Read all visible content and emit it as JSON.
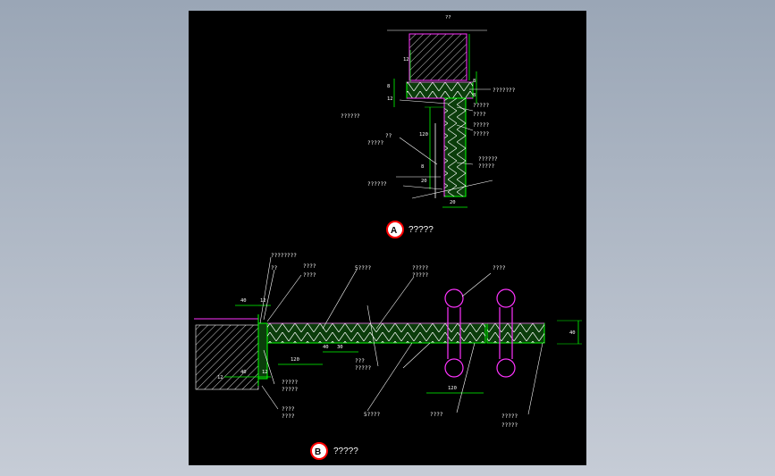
{
  "drawing": {
    "colors": {
      "background": "#000000",
      "page": "#9aa6b6",
      "dimension": "#00ff00",
      "leader": "#ffffff",
      "magenta": "#ff33ff",
      "marker": "#ff0000"
    }
  },
  "detail_a": {
    "marker": "A",
    "title": "?????",
    "top_dim": "??",
    "dims": [
      "12",
      "8",
      "12",
      "120",
      "8",
      "8",
      "8",
      "20"
    ],
    "labels": [
      "???????",
      "??????",
      "?????",
      "????",
      "?????",
      "??",
      "?????",
      "?????",
      "??????",
      "?????",
      "??????"
    ]
  },
  "detail_b": {
    "marker": "B",
    "title": "?????",
    "dims": [
      "40",
      "12",
      "120",
      "40",
      "12",
      "12",
      "40",
      "30",
      "120",
      "40"
    ],
    "labels": [
      "????????",
      "??",
      "????",
      "????",
      "5????",
      "?????",
      "?????",
      "????",
      "???",
      "?????",
      "?????",
      "?????",
      "????",
      "????",
      "5????",
      "????",
      "?????",
      "?????"
    ]
  }
}
